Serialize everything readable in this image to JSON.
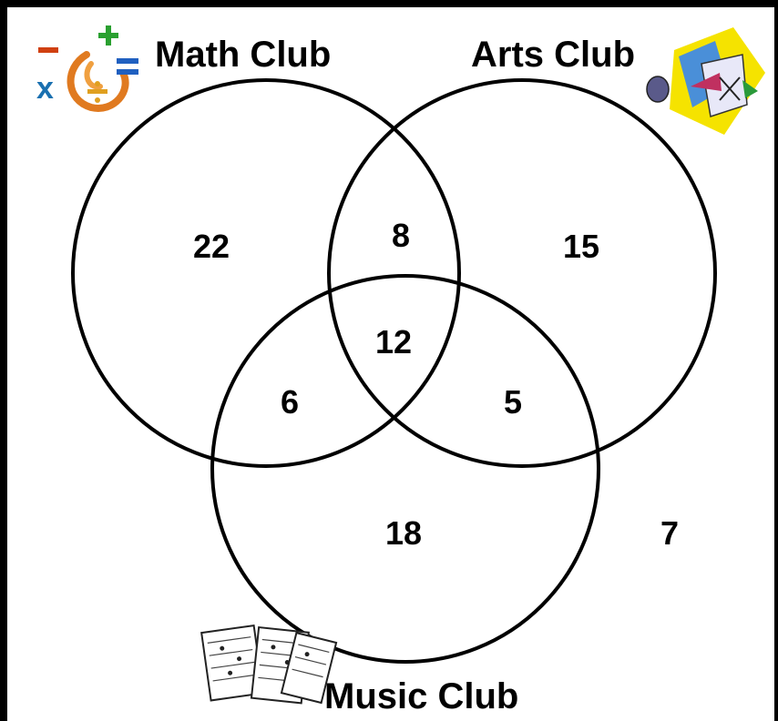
{
  "diagram": {
    "sets": {
      "math": {
        "label": "Math Club",
        "icon": "math-symbols-icon"
      },
      "arts": {
        "label": "Arts Club",
        "icon": "art-supplies-icon"
      },
      "music": {
        "label": "Music Club",
        "icon": "sheet-music-icon"
      }
    },
    "regions": {
      "math_only": "22",
      "math_arts": "8",
      "arts_only": "15",
      "all_three": "12",
      "math_music": "6",
      "arts_music": "5",
      "music_only": "18",
      "outside": "7"
    },
    "colors": {
      "stroke": "#000000",
      "background": "#ffffff"
    }
  }
}
